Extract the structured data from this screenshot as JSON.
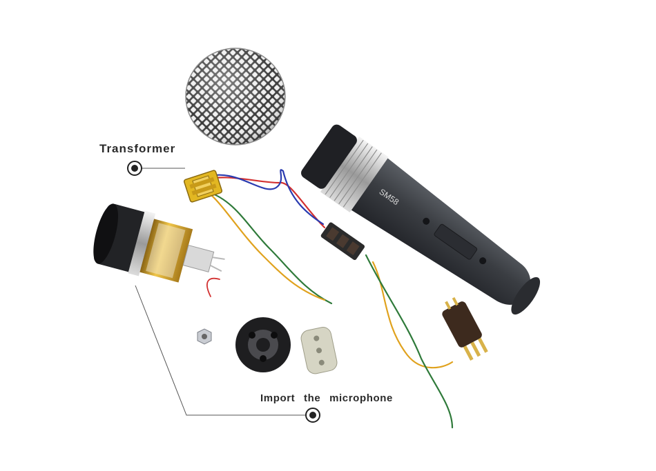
{
  "annotations": {
    "transformer": "Transformer",
    "capsule": "Import the microphone"
  },
  "handle": {
    "model_marking": "SM58"
  },
  "colors": {
    "background": "#ffffff",
    "annotation_text": "#2a2a2a",
    "handle_body": "#3a3d42",
    "grille": "#c8c8c8",
    "transformer_core": "#e2b722",
    "wire_red": "#d23030",
    "wire_blue": "#2a3bb0",
    "wire_green": "#2f7a3a",
    "wire_yellow": "#e0a21e",
    "capsule_gold": "#d9a52a"
  }
}
